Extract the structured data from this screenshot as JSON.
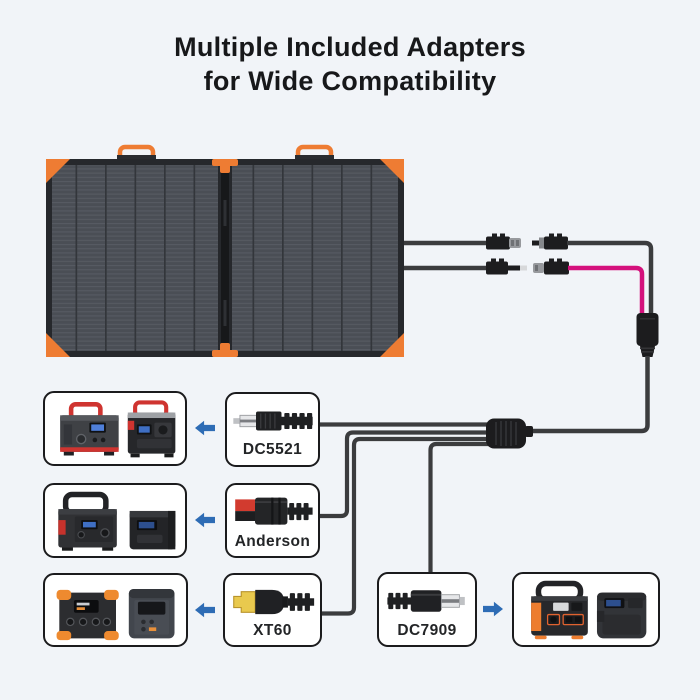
{
  "title": {
    "line1": "Multiple Included Adapters",
    "line2": "for Wide Compatibility"
  },
  "adapters": [
    {
      "id": "dc5521",
      "label": "DC5521"
    },
    {
      "id": "anderson",
      "label": "Anderson"
    },
    {
      "id": "xt60",
      "label": "XT60"
    },
    {
      "id": "dc7909",
      "label": "DC7909"
    }
  ],
  "icons": {
    "solar_panel": "foldable-solar-panel-icon",
    "mc4_connectors": "mc4-connector-icon",
    "dc_input_connector": "dc-barrel-connector-icon",
    "splitter": "four-way-splitter-icon",
    "arrow_left": "arrow-left-icon",
    "arrow_right": "arrow-right-icon",
    "power_stations": "power-station-icon"
  },
  "colors": {
    "background": "#f1f4f8",
    "accent_orange": "#ee7c33",
    "arrow_blue": "#2e6cb5",
    "cable_dark": "#3b3c3e",
    "cable_magenta": "#d4117c",
    "anderson_red": "#d23b2f",
    "xt60_yellow": "#e9c94e",
    "box_border": "#1b1b1d"
  }
}
